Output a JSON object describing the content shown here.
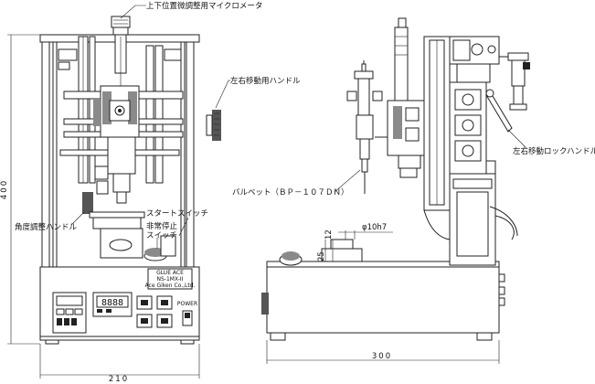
{
  "labels": {
    "micrometer": "上下位置微調整用マイクロメータ",
    "lr_handle": "左右移動用ハンドル",
    "lr_lock_handle": "左右移動ロックハンドル",
    "valve": "バルベット（ＢＰ－１０７ＤＮ）",
    "angle_handle": "角度調整ハンドル",
    "start_switch": "スタートスイッチ",
    "estop_line1": "非常停止",
    "estop_line2": "スイッチ"
  },
  "dimensions": {
    "height": "400",
    "width_front": "210",
    "width_side": "300",
    "shaft_diameter": "φ10h7",
    "dim_12": "12",
    "dim_25": "25"
  },
  "front_panel": {
    "product_name_line1": "GLUE ACE",
    "product_name_line2": "NS-1MX-II",
    "maker": "Ace Giken Co.,Ltd.",
    "counter_display": "8888",
    "power_label": "POWER"
  }
}
